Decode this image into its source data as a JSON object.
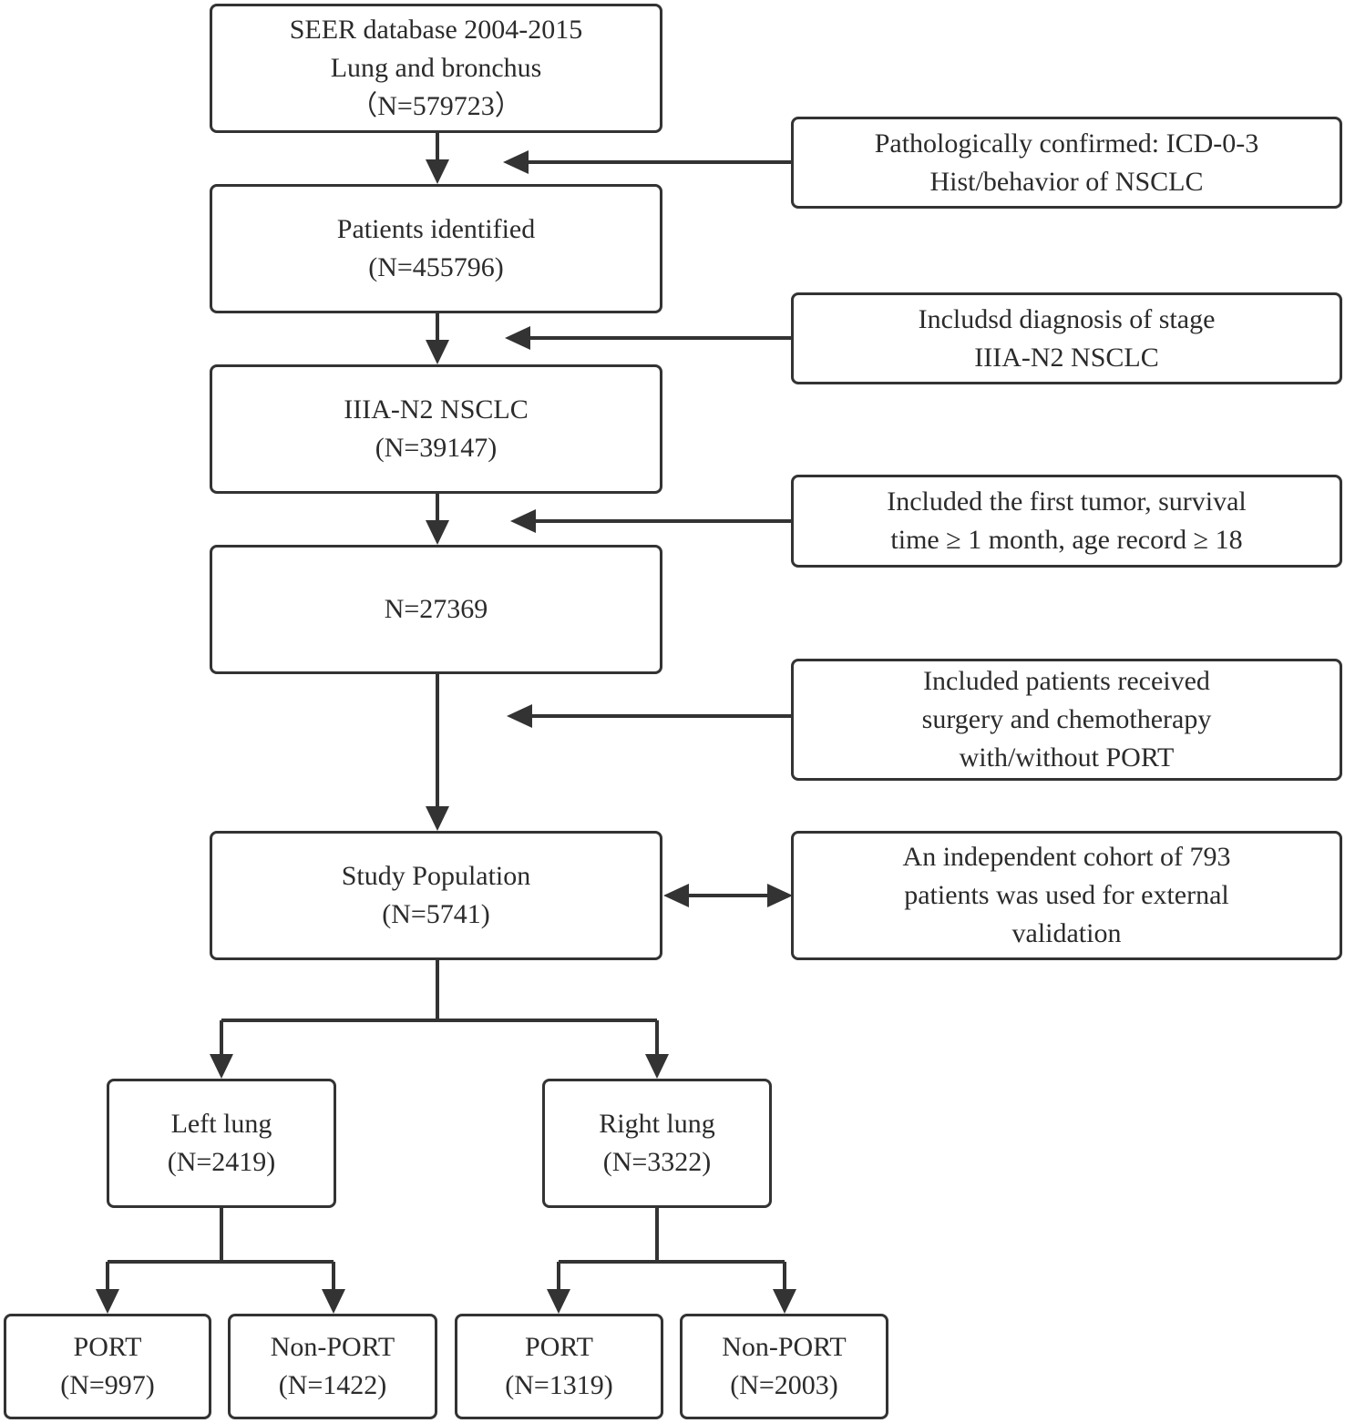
{
  "diagram": {
    "colors": {
      "stroke": "#333333",
      "text": "#2b2b2b",
      "background": "#ffffff"
    },
    "main": {
      "seer": {
        "lines": [
          "SEER database 2004-2015",
          "Lung and bronchus",
          "（N=579723）"
        ]
      },
      "identified": {
        "lines": [
          "Patients identified",
          "(N=455796)"
        ]
      },
      "iiia": {
        "lines": [
          "IIIA-N2 NSCLC",
          "(N=39147)"
        ]
      },
      "n27369": {
        "lines": [
          "N=27369"
        ]
      },
      "study": {
        "lines": [
          "Study Population",
          "(N=5741)"
        ]
      }
    },
    "criteria": {
      "pathology": {
        "lines": [
          "Pathologically confirmed: ICD-0-3",
          "Hist/behavior of NSCLC"
        ]
      },
      "stage": {
        "lines": [
          "Includsd diagnosis of stage",
          "IIIA-N2 NSCLC"
        ]
      },
      "first_tumor": {
        "lines": [
          "Included the first tumor, survival",
          "time ≥ 1 month, age record ≥ 18"
        ]
      },
      "treatment": {
        "lines": [
          "Included patients received",
          "surgery and chemotherapy",
          "with/without PORT"
        ]
      },
      "external": {
        "lines": [
          "An independent cohort of 793",
          "patients was used for external",
          "validation"
        ]
      }
    },
    "groups": {
      "left": {
        "lines": [
          "Left lung",
          "(N=2419)"
        ]
      },
      "right": {
        "lines": [
          "Right lung",
          "(N=3322)"
        ]
      },
      "left_port": {
        "lines": [
          "PORT",
          "(N=997)"
        ]
      },
      "left_nonport": {
        "lines": [
          "Non-PORT",
          "(N=1422)"
        ]
      },
      "right_port": {
        "lines": [
          "PORT",
          "(N=1319)"
        ]
      },
      "right_nonport": {
        "lines": [
          "Non-PORT",
          "(N=2003)"
        ]
      }
    }
  }
}
